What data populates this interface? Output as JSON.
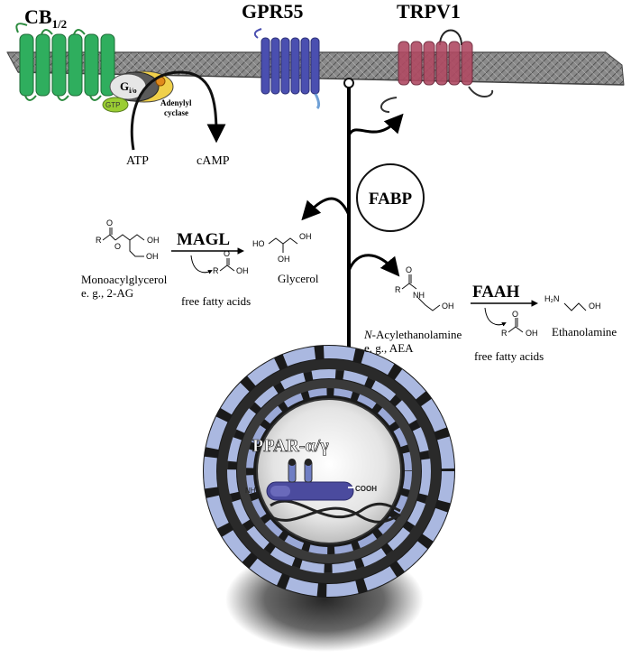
{
  "receptors": {
    "cb_base": "CB",
    "cb_sub": "1/2",
    "gpr55": "GPR55",
    "trpv1": "TRPV1"
  },
  "gprotein": {
    "g_base": "G",
    "g_sub": "i/o",
    "gtp": "GTP",
    "adenylyl_line1": "Adenylyl",
    "adenylyl_line2": "cyclase",
    "atp": "ATP",
    "camp": "cAMP"
  },
  "carrier": {
    "fabp": "FABP"
  },
  "magl_pathway": {
    "enzyme": "MAGL",
    "substrate_line1": "Monoacylglycerol",
    "substrate_line2": "e. g., 2-AG",
    "product": "Glycerol",
    "byproduct": "free fatty acids"
  },
  "faah_pathway": {
    "enzyme": "FAAH",
    "substrate_italic": "N",
    "substrate_rest": "-Acylethanolamine",
    "substrate_line2": "e. g., AEA",
    "product": "Ethanolamine",
    "byproduct": "free fatty acids"
  },
  "nucleus": {
    "receptor_label": "PPAR-α/γ",
    "nh2": "NH₂",
    "cooh": "COOH"
  },
  "chem_atoms": {
    "r": "R",
    "o": "O",
    "oh": "OH",
    "nh": "NH",
    "h2n": "H₂N",
    "ho": "HO"
  },
  "colors": {
    "membrane": "#707070",
    "cb": "#2fae5e",
    "gpr55": "#4a4fb0",
    "trpv1": "#b04a63",
    "gtp": "#9acd32",
    "nuclear": "#aab8e0",
    "ppar": "#4b4b9e"
  }
}
